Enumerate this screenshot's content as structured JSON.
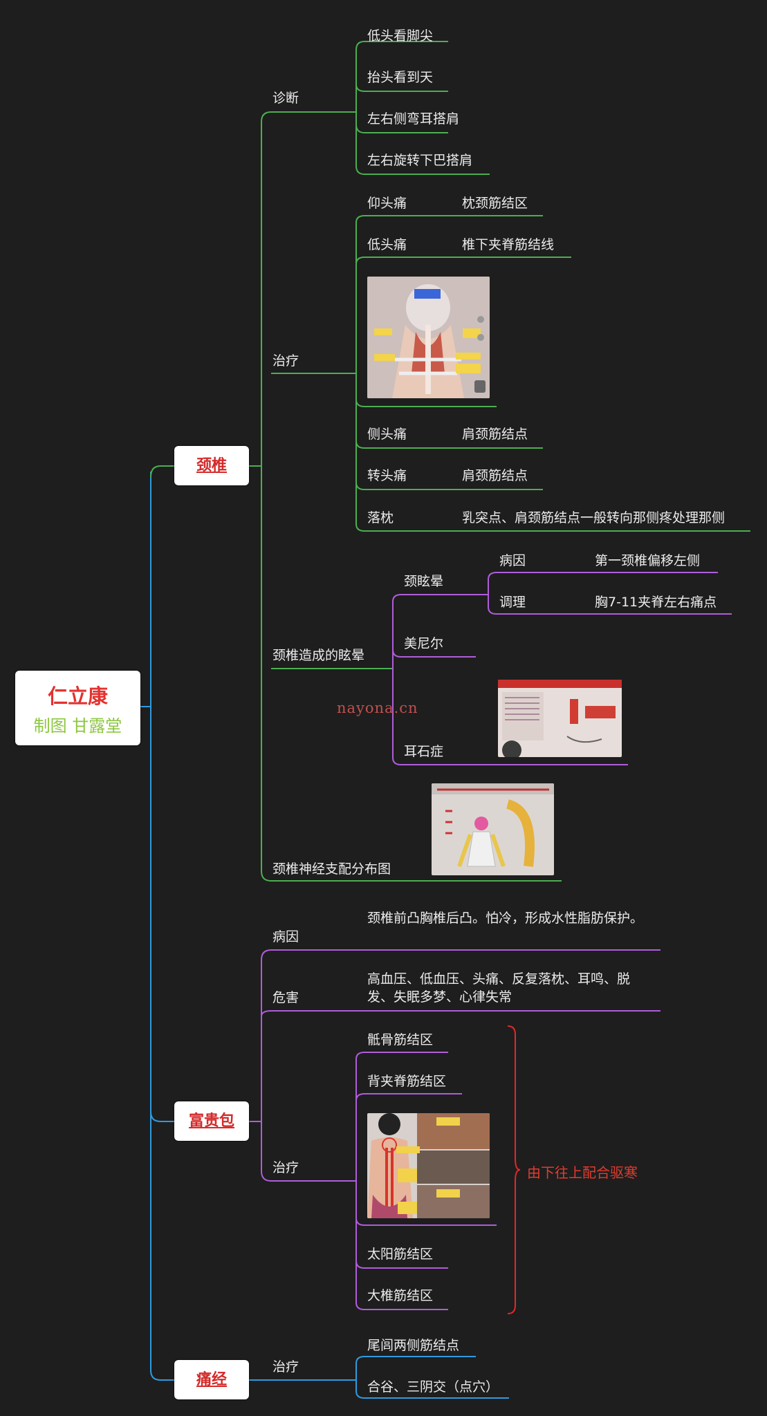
{
  "root": {
    "title": "仁立康",
    "subtitle": "制图 甘露堂"
  },
  "watermark": "nayona.cn",
  "branches": {
    "cervical": {
      "label": "颈椎",
      "diagnosis": {
        "label": "诊断",
        "items": [
          "低头看脚尖",
          "抬头看到天",
          "左右侧弯耳搭肩",
          "左右旋转下巴搭肩"
        ]
      },
      "treatment": {
        "label": "治疗",
        "rows": [
          {
            "symptom": "仰头痛",
            "area": "枕颈筋结区"
          },
          {
            "symptom": "低头痛",
            "area": "椎下夹脊筋结线"
          },
          {
            "symptom": "侧头痛",
            "area": "肩颈筋结点"
          },
          {
            "symptom": "转头痛",
            "area": "肩颈筋结点"
          },
          {
            "symptom": "落枕",
            "area": "乳突点、肩颈筋结点一般转向那侧疼处理那侧"
          }
        ]
      },
      "vertigo": {
        "label": "颈椎造成的眩晕",
        "cervical_vertigo": {
          "label": "颈眩晕",
          "cause_label": "病因",
          "cause": "第一颈椎偏移左侧",
          "care_label": "调理",
          "care": "胸7-11夹脊左右痛点"
        },
        "meniere": "美尼尔",
        "otolith": "耳石症"
      },
      "nerve_map": "颈椎神经支配分布图"
    },
    "dowager": {
      "label": "富贵包",
      "cause_label": "病因",
      "cause": "颈椎前凸胸椎后凸。怕冷，形成水性脂肪保护。",
      "harm_label": "危害",
      "harm": "高血压、低血压、头痛、反复落枕、耳鸣、脱发、失眠多梦、心律失常",
      "treatment": {
        "label": "治疗",
        "items": [
          "骶骨筋结区",
          "背夹脊筋结区",
          "太阳筋结区",
          "大椎筋结区"
        ],
        "brace_note": "由下往上配合驱寒"
      }
    },
    "dysmenorrhea": {
      "label": "痛经",
      "treatment": {
        "label": "治疗",
        "items": [
          "尾闾两侧筋结点",
          "合谷、三阴交（点穴）"
        ]
      }
    }
  },
  "colors": {
    "green": "#4caf50",
    "purple": "#b05ddb",
    "blue": "#2f9be0",
    "red": "#e62828"
  }
}
